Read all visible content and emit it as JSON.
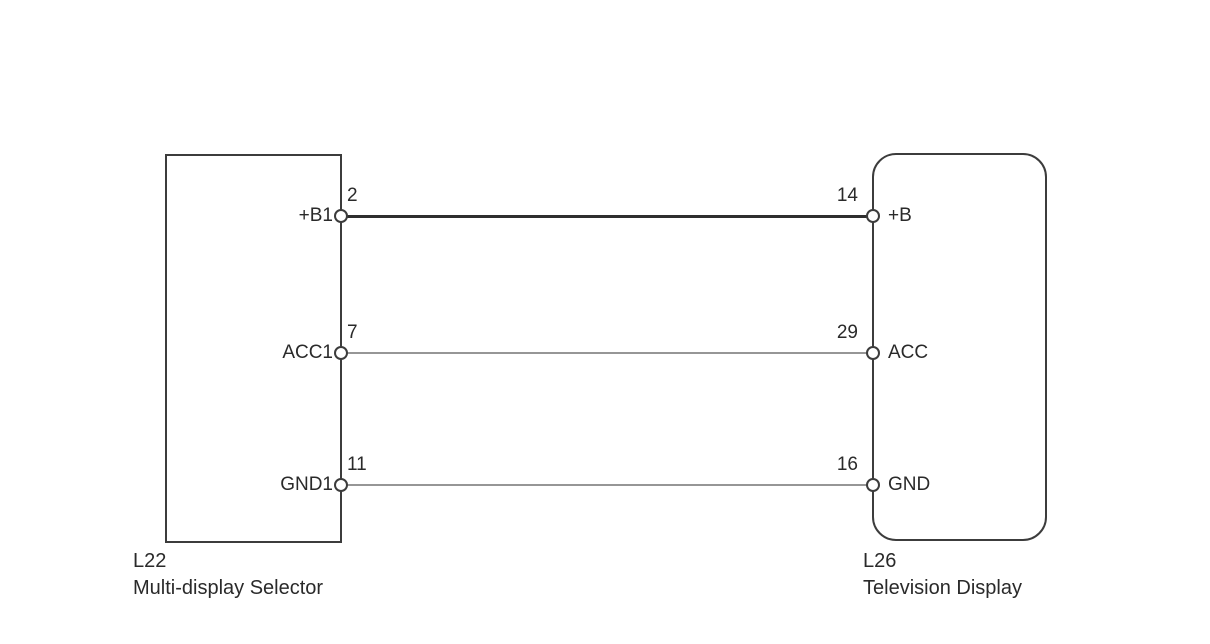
{
  "colors": {
    "background": "#ffffff",
    "outline": "#3c3c3c",
    "wire_b": "#2e2e2e",
    "wire_acc": "#969696",
    "wire_gnd": "#969696",
    "text": "#2a2a2a"
  },
  "left_component": {
    "code": "L22",
    "name": "Multi-display Selector",
    "pins": [
      {
        "number": "2",
        "label": "+B1"
      },
      {
        "number": "7",
        "label": "ACC1"
      },
      {
        "number": "11",
        "label": "GND1"
      }
    ]
  },
  "right_component": {
    "code": "L26",
    "name": "Television Display",
    "pins": [
      {
        "number": "14",
        "label": "+B"
      },
      {
        "number": "29",
        "label": "ACC"
      },
      {
        "number": "16",
        "label": "GND"
      }
    ]
  },
  "connections": [
    {
      "from": "L22 pin 2 (+B1)",
      "to": "L26 pin 14 (+B)",
      "color": "#2e2e2e"
    },
    {
      "from": "L22 pin 7 (ACC1)",
      "to": "L26 pin 29 (ACC)",
      "color": "#969696"
    },
    {
      "from": "L22 pin 11 (GND1)",
      "to": "L26 pin 16 (GND)",
      "color": "#969696"
    }
  ]
}
